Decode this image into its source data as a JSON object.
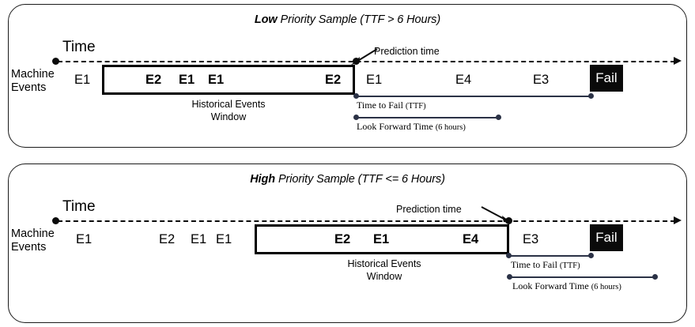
{
  "figure": {
    "panels": [
      {
        "id": "low-priority",
        "title_emph": "Low",
        "title_rest": " Priority Sample (TTF > 6 Hours)",
        "axis_label": "Time",
        "side_label_line1": "Machine",
        "side_label_line2": "Events",
        "prediction_label": "Prediction time",
        "hist_caption_line1": "Historical Events",
        "hist_caption_line2": "Window",
        "events_before": [
          "E1"
        ],
        "events_in_window": [
          "E2",
          "E1",
          "E1",
          "E2"
        ],
        "events_after": [
          "E1",
          "E4",
          "E3"
        ],
        "fail_label": "Fail",
        "ttf_caption": "Time to Fail ",
        "ttf_caption_suffix": "(TTF)",
        "lft_caption": "Look Forward Time ",
        "lft_caption_suffix": "(6 hours)"
      },
      {
        "id": "high-priority",
        "title_emph": "High",
        "title_rest": " Priority Sample (TTF <= 6 Hours)",
        "axis_label": "Time",
        "side_label_line1": "Machine",
        "side_label_line2": "Events",
        "prediction_label": "Prediction time",
        "hist_caption_line1": "Historical Events",
        "hist_caption_line2": "Window",
        "events_before": [
          "E1",
          "E2",
          "E1",
          "E1"
        ],
        "events_in_window": [
          "E2",
          "E1",
          "E4"
        ],
        "events_after": [
          "E3"
        ],
        "fail_label": "Fail",
        "ttf_caption": "Time to Fail ",
        "ttf_caption_suffix": "(TTF)",
        "lft_caption": "Look Forward Time ",
        "lft_caption_suffix": "(6 hours)"
      }
    ],
    "colors": {
      "ink": "#0b0b0b",
      "span": "#2b3246",
      "fail_bg": "#0a0a0a",
      "fail_fg": "#ffffff",
      "panel_border": "#1a1a1a"
    }
  }
}
